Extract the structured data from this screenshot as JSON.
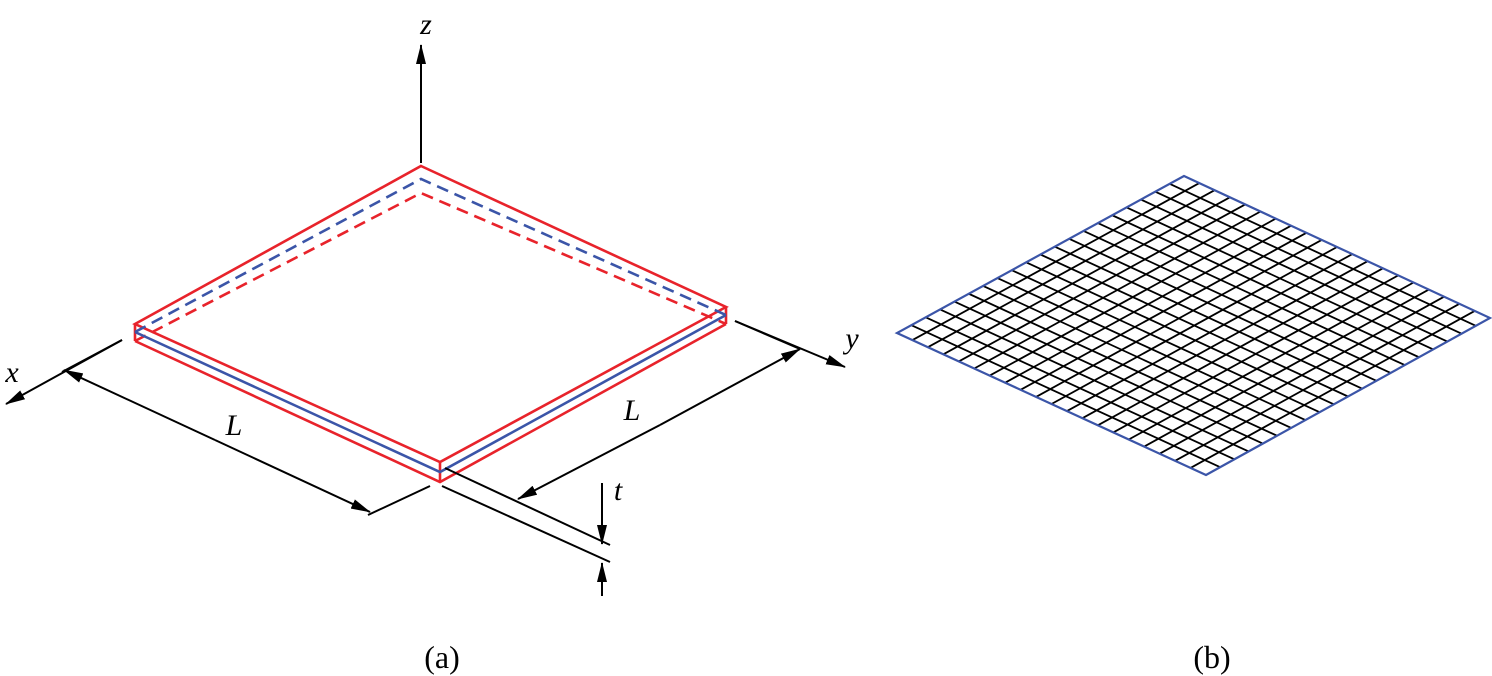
{
  "figure": {
    "panel_a": {
      "caption": "(a)",
      "axis_labels": {
        "x": "x",
        "y": "y",
        "z": "z"
      },
      "dimension_labels": {
        "length_x": "L",
        "length_y": "L",
        "thickness": "t"
      },
      "colors": {
        "outer_faces": "#e8232b",
        "mid_surface": "#3b55a8"
      }
    },
    "panel_b": {
      "caption": "(b)",
      "mesh_divisions": 20,
      "colors": {
        "mesh": "#000000",
        "border": "#3b55a8"
      }
    }
  }
}
